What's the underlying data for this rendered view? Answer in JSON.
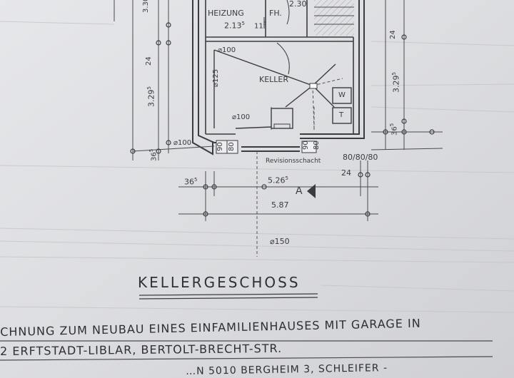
{
  "plan": {
    "rooms": {
      "heizung": "HEIZUNG",
      "fh": "FH.",
      "keller": "KELLER"
    },
    "fixtures": {
      "w": "W",
      "t": "T"
    },
    "dims_top": {
      "d_230": "2.30",
      "d_213": "2.13",
      "d_213_sup": "5",
      "d_115": "11",
      "d_115_sup": "5"
    },
    "dims_left": {
      "d_330": "3.30",
      "d_24": "24",
      "d_3295": "3.29",
      "d_3295_sup": "5",
      "d_365": "36",
      "d_365_sup": "5"
    },
    "dims_right": {
      "d_24": "24",
      "d_3295": "3.29",
      "d_3295_sup": "5",
      "d_365": "36",
      "d_365_sup": "5"
    },
    "pipes": {
      "p100_top": "⌀100",
      "p125": "⌀125",
      "p100_mid": "⌀100",
      "p100_left": "⌀100",
      "p150": "⌀150"
    },
    "small": {
      "d_90a": "90",
      "d_80a": "80",
      "d_90b": "90",
      "d_80b": "80"
    },
    "revision": {
      "label": "Revisionsschacht",
      "size": "80/80/80"
    },
    "dims_bottom": {
      "d_365": "36",
      "d_365_sup": "5",
      "d_5265": "5.26",
      "d_5265_sup": "5",
      "d_24": "24",
      "d_587": "5.87"
    },
    "section_marker": "A"
  },
  "title": "KELLERGESCHOSS",
  "title_block": {
    "line1": "CHNUNG ZUM NEUBAU EINES EINFAMILIENHAUSES MIT GARAGE IN",
    "line2": "2 ERFTSTADT-LIBLAR, BERTOLT-BRECHT-STR.",
    "line3": "…N 5010 BERGHEIM 3, SCHLEIFER -"
  }
}
